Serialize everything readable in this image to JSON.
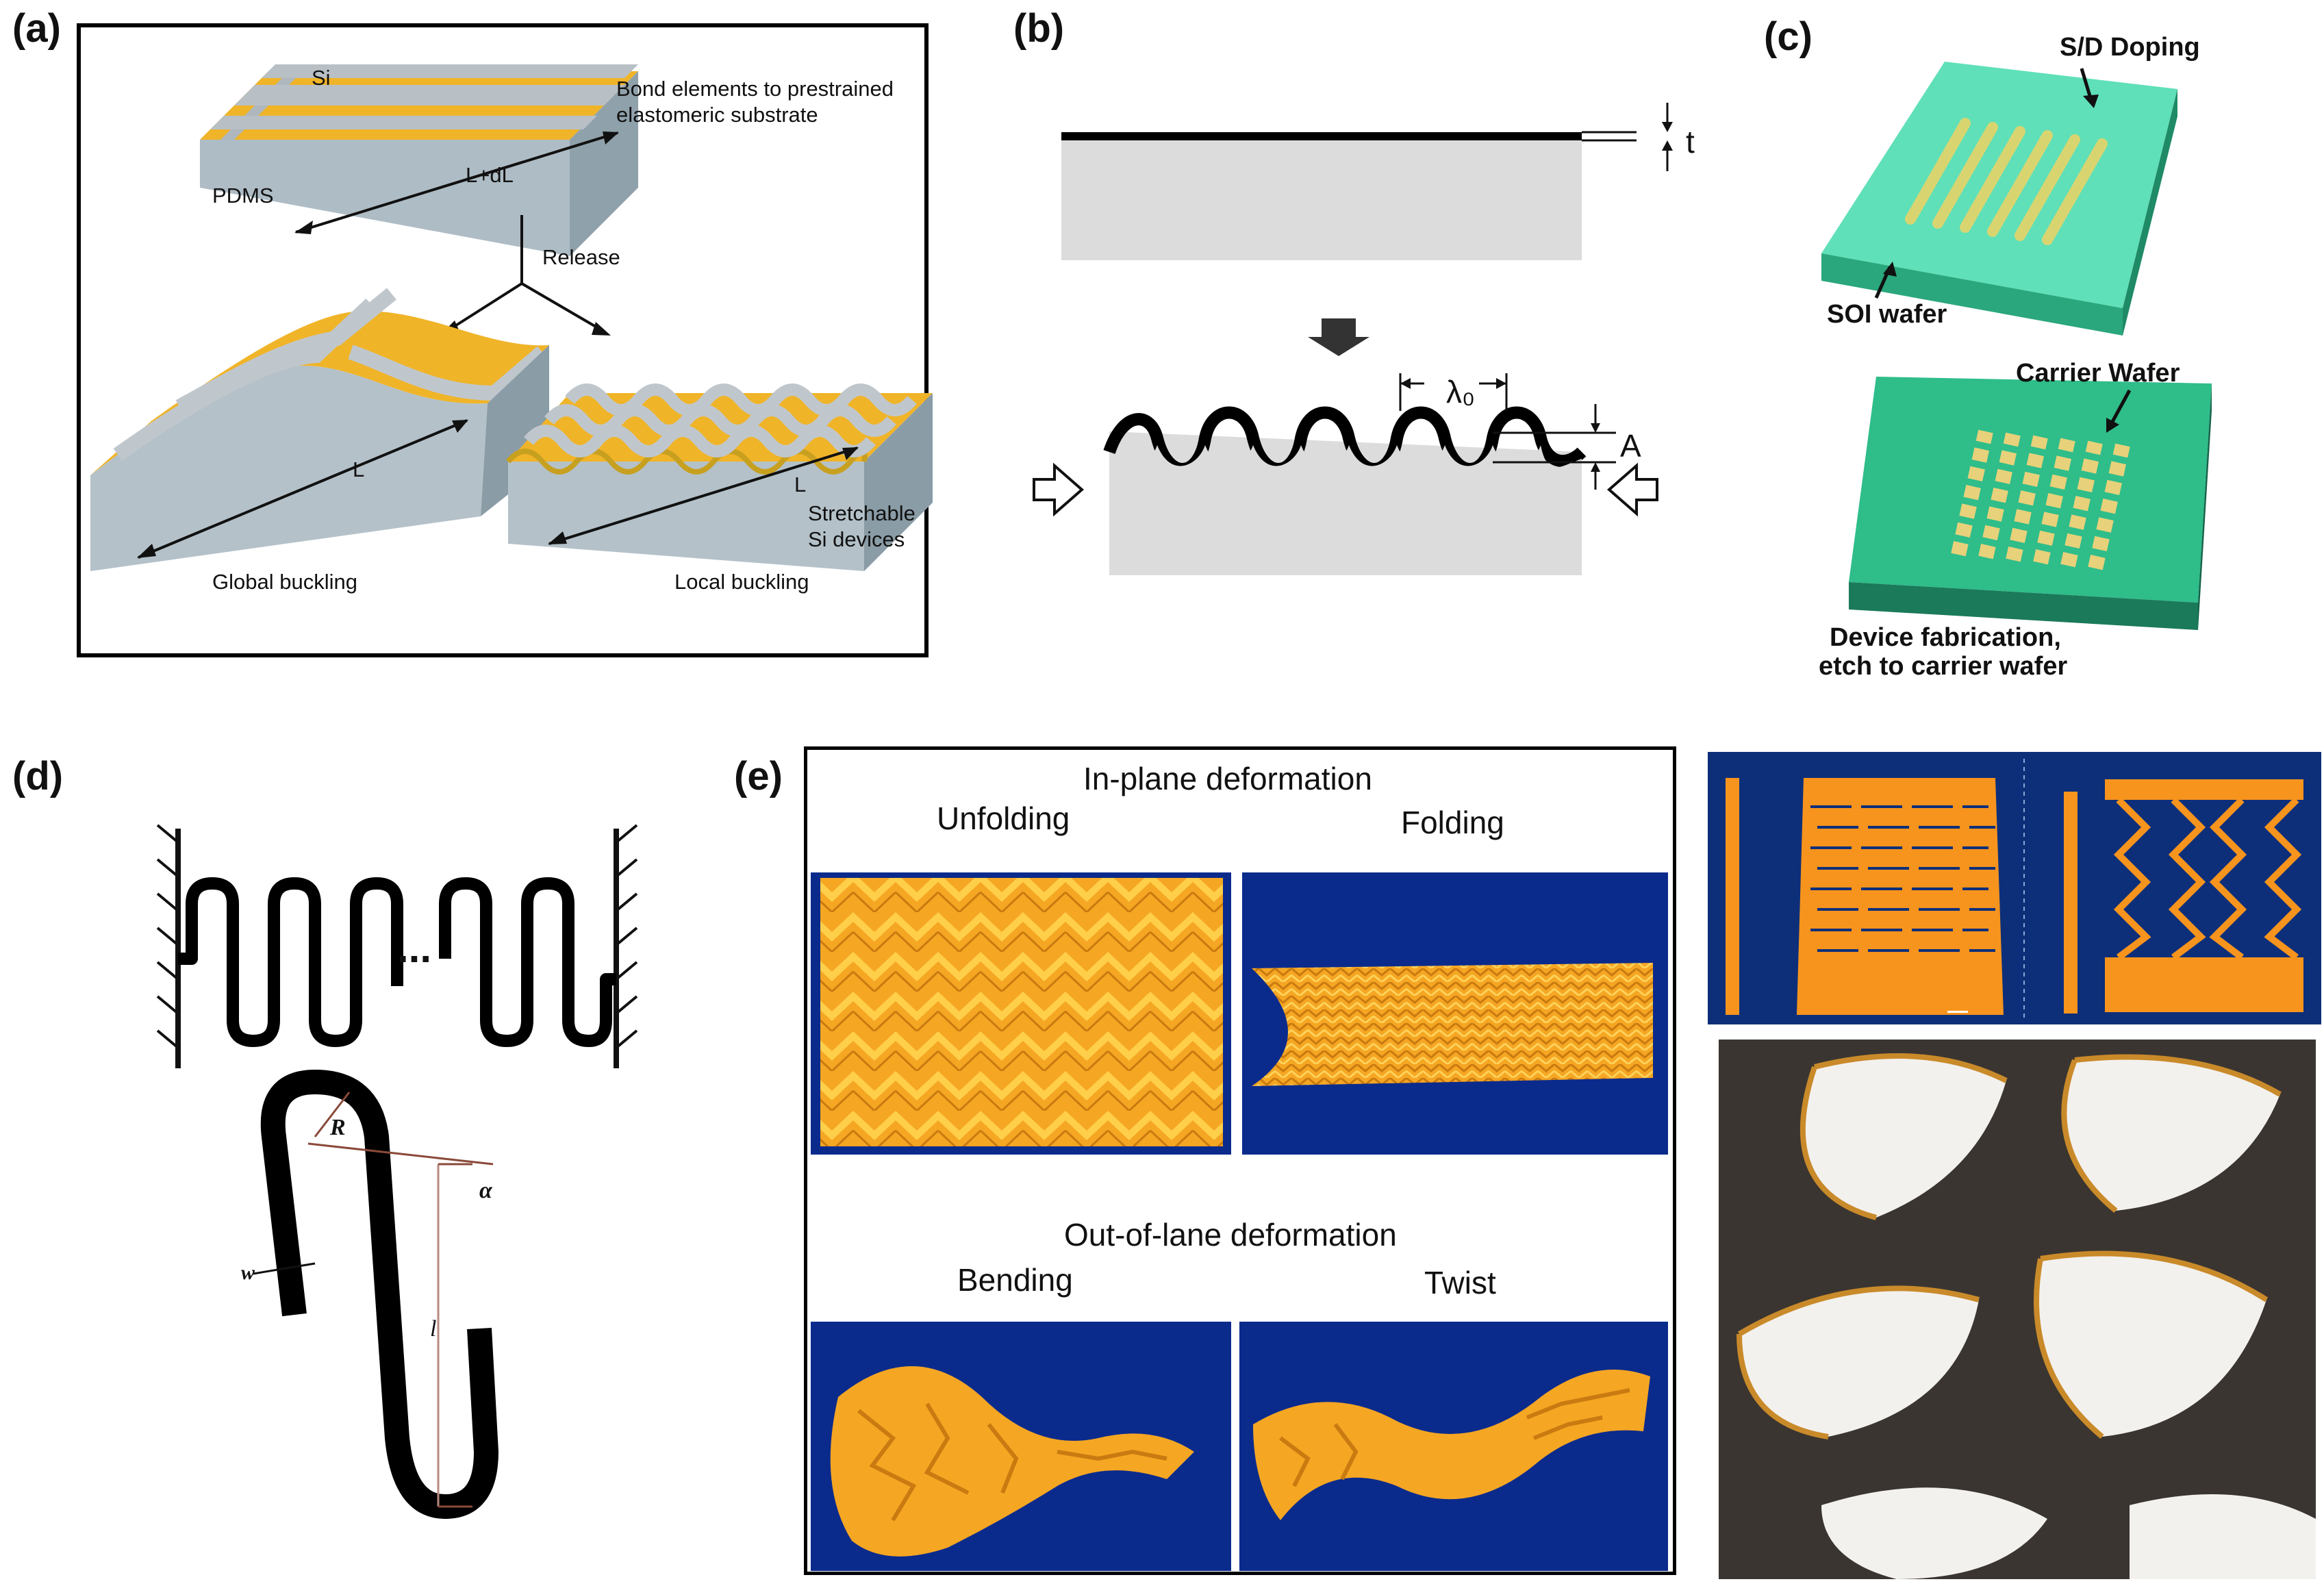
{
  "panels": {
    "a": {
      "label": "(a)",
      "si": "Si",
      "bond": "Bond elements to prestrained elastomeric substrate",
      "bond_line1": "Bond elements to prestrained",
      "bond_line2": "elastomeric substrate",
      "pdms": "PDMS",
      "l_dl": "L+dL",
      "release": "Release",
      "l_left": "L",
      "l_right": "L",
      "stretchable_line1": "Stretchable",
      "stretchable_line2": "Si devices",
      "global": "Global buckling",
      "local": "Local buckling"
    },
    "b": {
      "label": "(b)",
      "t": "t",
      "lambda": "λ₀",
      "amplitude": "A"
    },
    "c": {
      "label": "(c)",
      "sd_doping": "S/D Doping",
      "soi_wafer": "SOI wafer",
      "carrier_wafer": "Carrier Wafer",
      "device_line1": "Device fabrication,",
      "device_line2": "etch to carrier wafer"
    },
    "d": {
      "label": "(d)",
      "dots": "...",
      "r": "R",
      "alpha": "α",
      "w": "w",
      "l": "l"
    },
    "e": {
      "label": "(e)",
      "in_plane": "In-plane deformation",
      "unfolding": "Unfolding",
      "folding": "Folding",
      "out_of_plane": "Out-of-lane deformation",
      "bending": "Bending",
      "twist": "Twist"
    }
  },
  "colors": {
    "gold": "#e8a317",
    "substrate": "#b8c4cc",
    "green_wafer": "#2fbf8f",
    "dark_green": "#1a7a5a",
    "navy": "#0a2a8a",
    "orange": "#f5a623",
    "orange_sheet": "#f7941d"
  }
}
